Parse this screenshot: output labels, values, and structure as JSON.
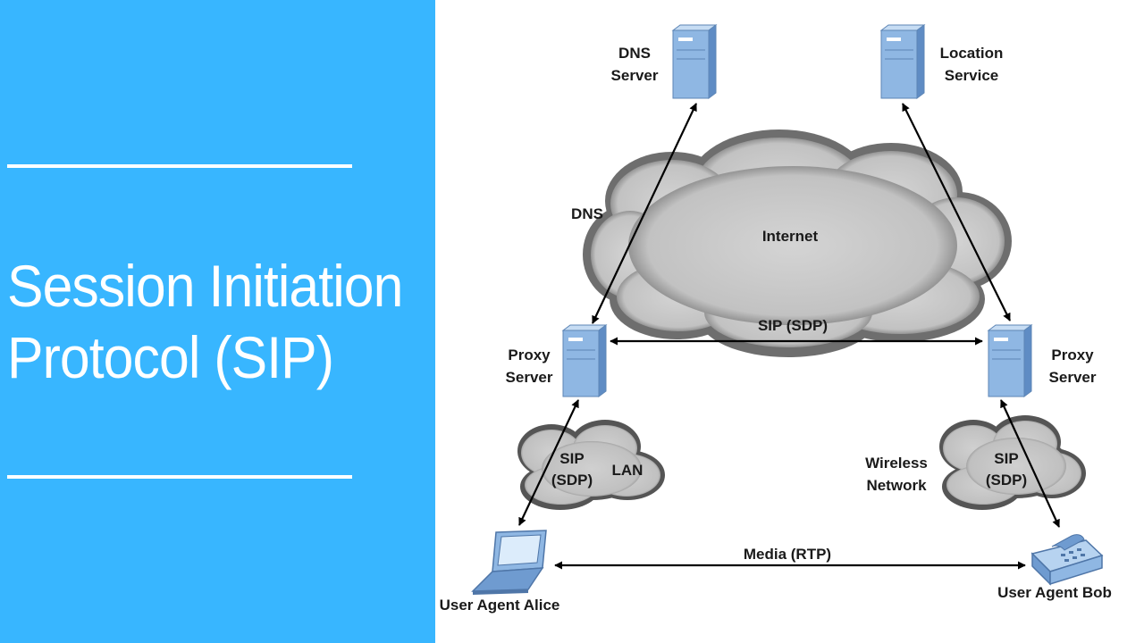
{
  "title": {
    "line1": "Session Initiation",
    "line2": "Protocol (SIP)"
  },
  "colors": {
    "panel": "#38b6ff",
    "text": "#ffffff",
    "server": "#8fb7e3",
    "cloud": "#c9c9c9"
  },
  "diagram": {
    "dns_server": [
      "DNS",
      "Server"
    ],
    "location_service": [
      "Location",
      "Service"
    ],
    "dns_link": "DNS",
    "internet": "Internet",
    "sip_sdp_top": "SIP (SDP)",
    "proxy_left": [
      "Proxy",
      "Server"
    ],
    "proxy_right": [
      "Proxy",
      "Server"
    ],
    "lan_sip": [
      "SIP",
      "(SDP)"
    ],
    "lan": "LAN",
    "wireless": [
      "Wireless",
      "Network"
    ],
    "wireless_sip": [
      "SIP",
      "(SDP)"
    ],
    "media": "Media (RTP)",
    "alice": "User Agent Alice",
    "bob": "User Agent Bob"
  }
}
